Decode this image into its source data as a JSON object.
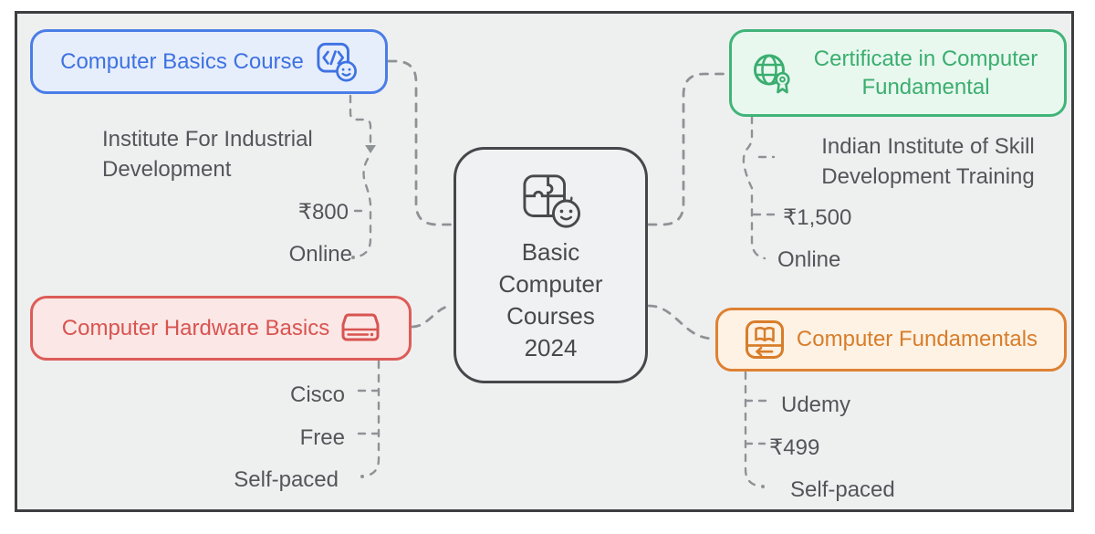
{
  "center": {
    "title_lines": [
      "Basic",
      "Computer",
      "Courses",
      "2024"
    ],
    "icon": "puzzle-smiley-icon",
    "border_color": "#45474a"
  },
  "branches": [
    {
      "label": "Computer Basics Course",
      "icon": "code-window-smiley-icon",
      "accent": "#3e72e2",
      "fill": "#e7eefb",
      "details": {
        "provider": "Institute For Industrial Development",
        "price": "₹800",
        "mode": "Online"
      }
    },
    {
      "label": "Certificate in Computer Fundamental",
      "icon": "globe-award-icon",
      "accent": "#3bae6f",
      "fill": "#e8f8ef",
      "details": {
        "provider": "Indian Institute of Skill Development Training",
        "price": "₹1,500",
        "mode": "Online"
      }
    },
    {
      "label": "Computer Hardware Basics",
      "icon": "hard-drive-icon",
      "accent": "#d85450",
      "fill": "#fbe7e6",
      "details": {
        "provider": "Cisco",
        "price": "Free",
        "mode": "Self-paced"
      }
    },
    {
      "label": "Computer Fundamentals",
      "icon": "open-book-arrow-icon",
      "accent": "#d87d2a",
      "fill": "#fdf2e4",
      "details": {
        "provider": "Udemy",
        "price": "₹499",
        "mode": "Self-paced"
      }
    }
  ],
  "connector_color": "#8f9295",
  "background_color": "#eef0f0"
}
